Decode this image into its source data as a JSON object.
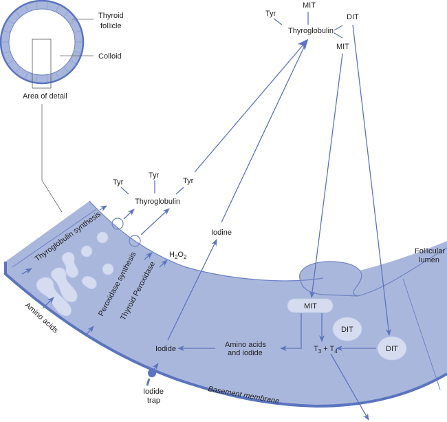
{
  "colors": {
    "cell": "#aab7dc",
    "cell_edge": "#6b82c4",
    "membrane": "#5a74bf",
    "arrow": "#5a74bf",
    "vesicle": "#d5dcf0",
    "leader": "#666666"
  },
  "inset": {
    "thyroid_follicle": "Thyroid\nfollicle",
    "thyroid_follicle_l1": "Thyroid",
    "thyroid_follicle_l2": "follicle",
    "colloid": "Colloid",
    "area_of_detail": "Area of detail"
  },
  "top": {
    "tyr": "Tyr",
    "mit_top": "MIT",
    "thyroglobulin": "Thyroglobulin",
    "dit": "DIT",
    "mit_right": "MIT"
  },
  "mid": {
    "tyr_left": "Tyr",
    "tyr_center": "Tyr",
    "tyr_right": "Tyr",
    "thyroglobulin": "Thyroglobulin",
    "iodine": "Iodine",
    "h2o2": "H",
    "h2o2_sub1": "2",
    "h2o2_o": "O",
    "h2o2_sub2": "2"
  },
  "cell": {
    "thyroglobulin_synthesis": "Thyroglobulin synthesis",
    "peroxidase_synthesis": "Peroxidase synthesis",
    "thyroid_peroxidase": "Thyroid Peroxidase",
    "amino_acids": "Amino acids",
    "iodide": "Iodide",
    "amino_acids_and_iodide_l1": "Amino acids",
    "amino_acids_and_iodide_l2": "and iodide",
    "mit": "MIT",
    "dit_inner": "DIT",
    "dit_right": "DIT",
    "t3": "T",
    "t3_sub": "3",
    "plus": " + ",
    "t4": "T",
    "t4_sub": "4",
    "iodide_trap_l1": "Iodide",
    "iodide_trap_l2": "trap",
    "basement_membrane": "Basement membrane",
    "follicular_lumen_l1": "Follicular",
    "follicular_lumen_l2": "lumen"
  }
}
